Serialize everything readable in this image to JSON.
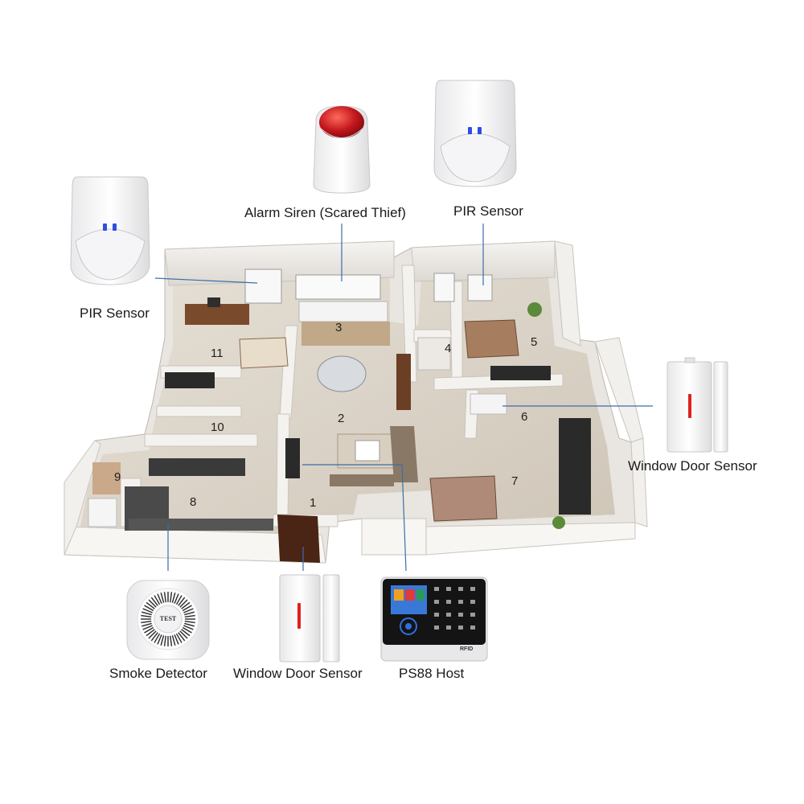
{
  "labels": {
    "siren": "Alarm Siren (Scared Thief)",
    "pir_top": "PIR Sensor",
    "pir_left": "PIR Sensor",
    "window_right": "Window Door Sensor",
    "smoke": "Smoke Detector",
    "window_bottom": "Window Door Sensor",
    "host": "PS88 Host"
  },
  "rooms": [
    "1",
    "2",
    "3",
    "4",
    "5",
    "6",
    "7",
    "8",
    "9",
    "10",
    "11"
  ],
  "device_text": {
    "smoke_button": "TEST",
    "host_brand": "RFID"
  },
  "colors": {
    "line": "#3a6ea8",
    "wall": "#ece9e4",
    "floor": "#d9d2c6",
    "siren_red": "#c2161c",
    "pir_blue": "#2f4fe0",
    "sensor_red": "#e02020",
    "host_body": "#141414"
  }
}
